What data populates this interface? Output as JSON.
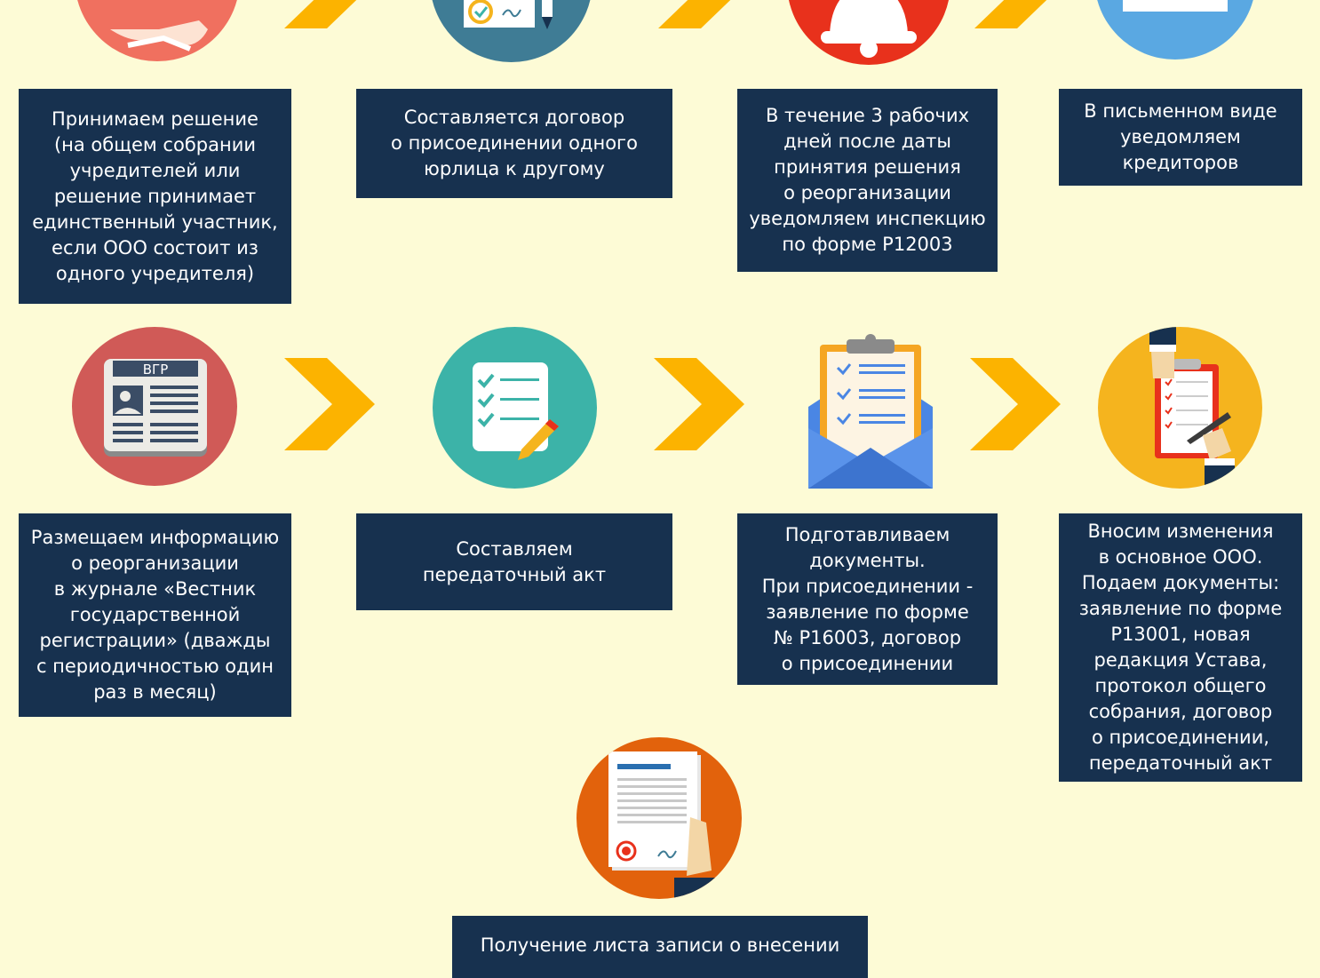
{
  "steps": [
    {
      "text": "Принимаем решение\n(на общем собрании\nучредителей или\nрешение принимает\nединственный участник,\nесли ООО состоит из\nодного учредителя)",
      "icon": "handshake-icon",
      "color": "#f0705f"
    },
    {
      "text": "Составляется договор\nо присоединении одного\nюрлица к другому",
      "icon": "contract-signing-icon",
      "color": "#3f7c95"
    },
    {
      "text": "В течение 3 рабочих\nдней после даты\nпринятия решения\nо реорганизации\nуведомляем инспекцию\nпо форме Р12003",
      "icon": "bell-icon",
      "color": "#e8311c"
    },
    {
      "text": "В письменном виде\nуведомляем\nкредиторов",
      "icon": "letter-icon",
      "color": "#5aa8e2"
    },
    {
      "text": "Размещаем информацию\nо реорганизации\nв журнале «Вестник\nгосударственной\nрегистрации» (дважды\nс периодичностью один\nраз в месяц)",
      "icon": "newspaper-icon",
      "color": "#d05a57",
      "icon_label": "ВГР"
    },
    {
      "text": "Составляем\nпередаточный акт",
      "icon": "checklist-icon",
      "color": "#3cb3a8"
    },
    {
      "text": "Подготавливаем\nдокументы.\nПри присоединении -\nзаявление по форме\n№ Р16003, договор\nо присоединении",
      "icon": "envelope-clipboard-icon",
      "color": "#4a86e4"
    },
    {
      "text": "Вносим изменения\nв основное ООО.\nПодаем документы:\nзаявление по форме\nР13001, новая\nредакция Устава,\nпротокол общего\nсобрания, договор\nо присоединении,\nпередаточный акт",
      "icon": "clipboard-hands-icon",
      "color": "#f5b41e"
    },
    {
      "text": "Получение листа записи о внесении",
      "icon": "certificate-icon",
      "color": "#e2620c"
    }
  ],
  "colors": {
    "background": "#fdfbd6",
    "box": "#17314f",
    "arrow": "#fcb300",
    "box_text": "#ffffff"
  }
}
